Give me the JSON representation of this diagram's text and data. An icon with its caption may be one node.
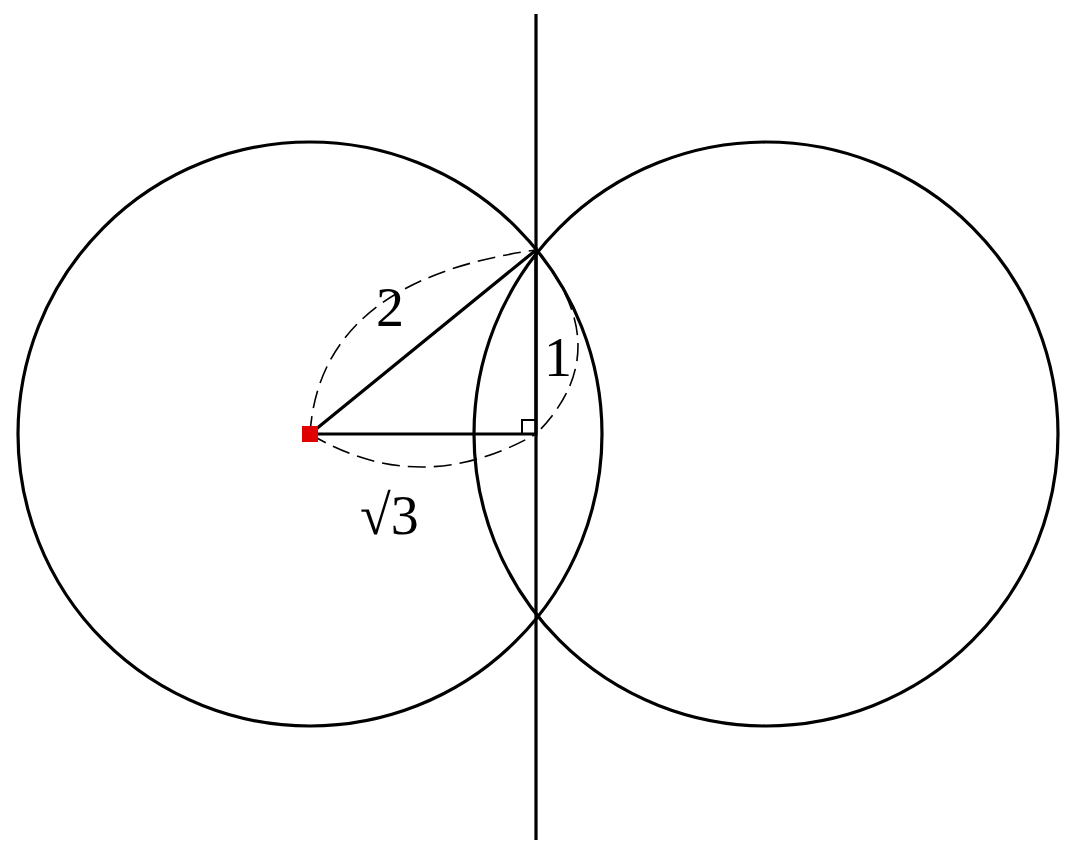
{
  "diagram": {
    "labels": [
      "2",
      "1",
      "√3"
    ]
  }
}
